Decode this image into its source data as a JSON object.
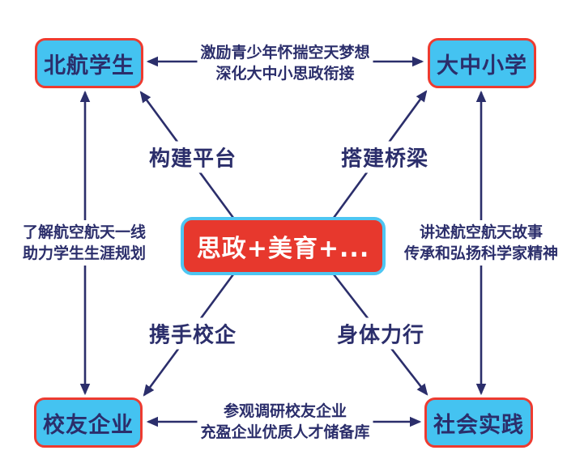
{
  "diagram": {
    "center": {
      "label": "思政+美育+..."
    },
    "nodes": {
      "top_left": {
        "label": "北航学生"
      },
      "top_right": {
        "label": "大中小学"
      },
      "bottom_left": {
        "label": "校友企业"
      },
      "bottom_right": {
        "label": "社会实践"
      }
    },
    "spoke_labels": {
      "to_top_left": "构建平台",
      "to_top_right": "搭建桥梁",
      "to_bottom_left": "携手校企",
      "to_bottom_right": "身体力行"
    },
    "edge_annotations": {
      "top": {
        "line1": "激励青少年怀揣空天梦想",
        "line2": "深化大中小思政衔接"
      },
      "left": {
        "line1": "了解航空航天一线",
        "line2": "助力学生生涯规划"
      },
      "right": {
        "line1": "讲述航空航天故事",
        "line2": "传承和弘扬科学家精神"
      },
      "bottom": {
        "line1": "参观调研校友企业",
        "line2": "充盈企业优质人才储备库"
      }
    },
    "colors": {
      "node_fill": "#44C3F1",
      "node_border": "#EE3B30",
      "center_fill": "#E7382D",
      "center_border": "#4EC6F2",
      "ink": "#2B2E6B",
      "bg": "#FFFFFF"
    }
  }
}
